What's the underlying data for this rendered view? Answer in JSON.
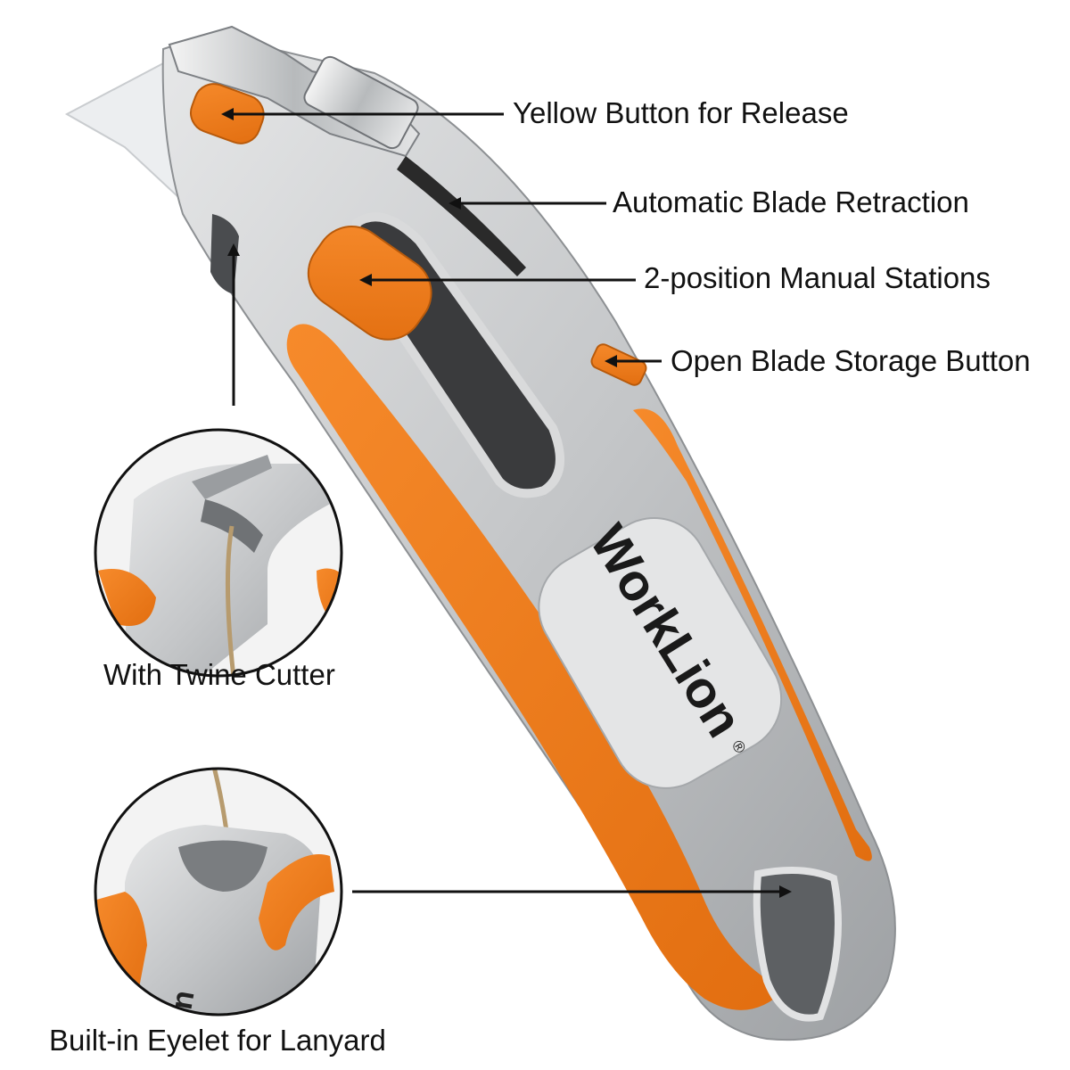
{
  "callouts": {
    "release": "Yellow Button for Release",
    "retraction": "Automatic Blade Retraction",
    "manual_stations": "2-position Manual Stations",
    "storage_button": "Open Blade Storage Button",
    "twine_cutter": "With Twine Cutter",
    "eyelet": "Built-in Eyelet for Lanyard"
  },
  "brand": {
    "logo_text": "WorkLion",
    "registered_mark": "®"
  },
  "colors": {
    "body_silver": "#c9cbcd",
    "grip_orange": "#f07d1c",
    "blade": "#eceef0",
    "text": "#111111"
  }
}
